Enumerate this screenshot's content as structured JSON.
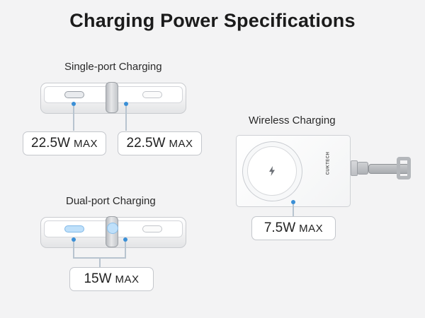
{
  "title": "Charging Power Specifications",
  "single_port": {
    "label": "Single-port Charging",
    "left": {
      "value": "22.5W",
      "unit": "MAX"
    },
    "right": {
      "value": "22.5W",
      "unit": "MAX"
    }
  },
  "dual_port": {
    "label": "Dual-port Charging",
    "combined": {
      "value": "15W",
      "unit": "MAX"
    }
  },
  "wireless": {
    "label": "Wireless Charging",
    "brand_text": "CUKTECH",
    "output": {
      "value": "7.5W",
      "unit": "MAX"
    }
  },
  "colors": {
    "accent_dot": "#3a8fd6",
    "active_port": "#bfe0fa"
  }
}
